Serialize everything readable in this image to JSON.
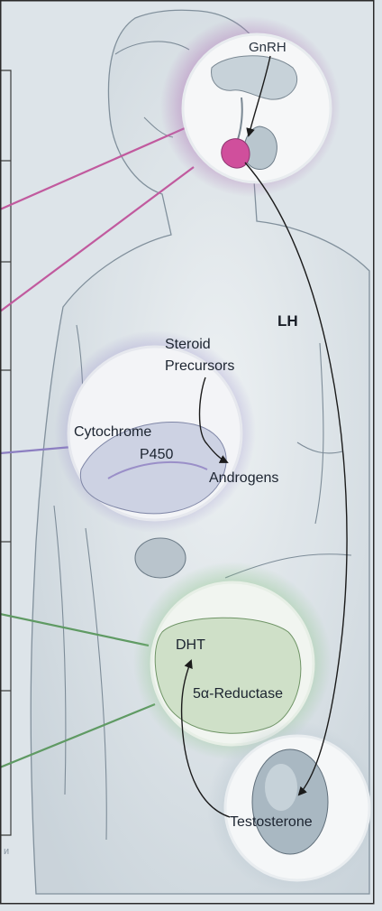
{
  "labels": {
    "gnrh": "GnRH",
    "lh": "LH",
    "steroid_line1": "Steroid",
    "steroid_line2": "Precursors",
    "cytochrome_line1": "Cytochrome",
    "cytochrome_line2": "P450",
    "androgens": "Androgens",
    "dht": "DHT",
    "reductase": "5α-Reductase",
    "testosterone": "Testosterone",
    "corner_mark": "и"
  },
  "colors": {
    "background": "#dfe6ea",
    "pituitary_glow": "#b07ab8",
    "adrenal_glow": "#8f83c6",
    "prostate_glow": "#8bc48a",
    "testis_glow": "#b8c6cf",
    "pink_leader": "#c15a9e",
    "purple_leader": "#8c7ec1",
    "green_leader": "#5f9a63",
    "pituitary_pink": "#d04f9c",
    "border": "#2a2a2a"
  }
}
